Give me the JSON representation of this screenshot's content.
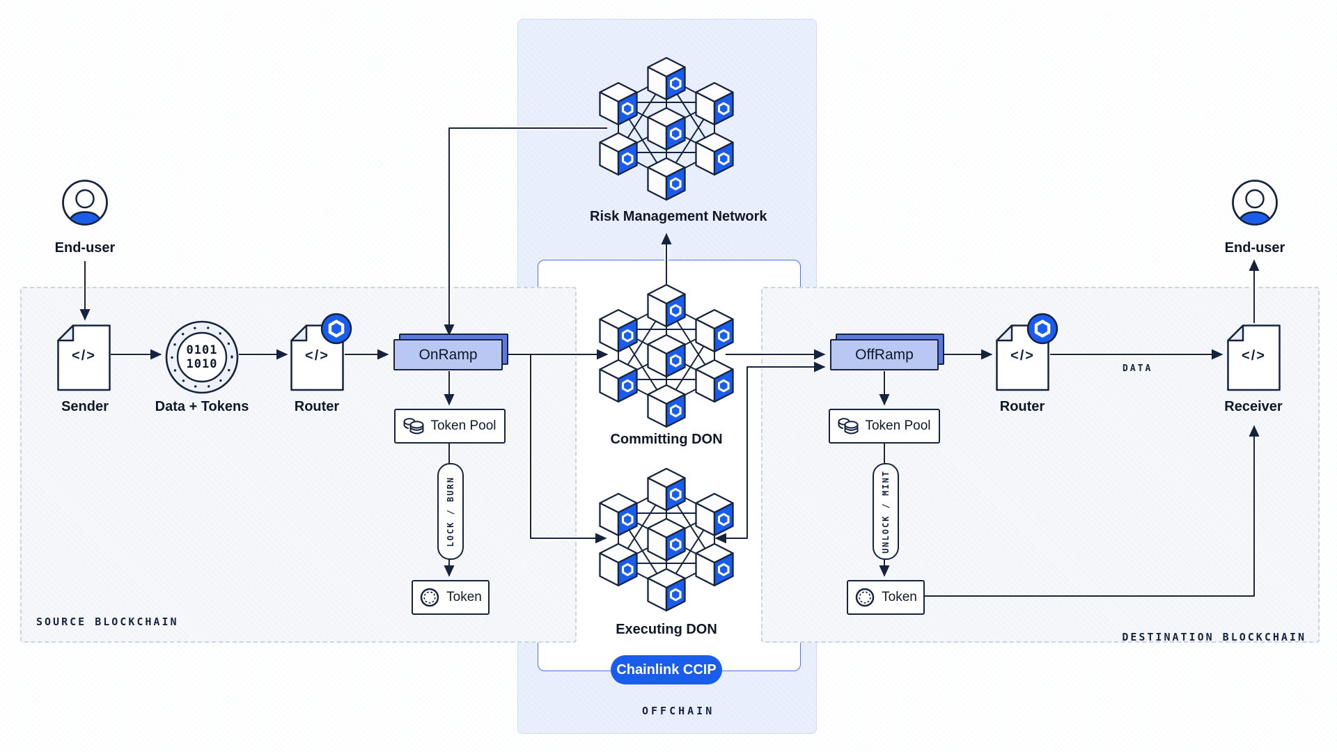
{
  "diagram": {
    "source_panel": {
      "label": "SOURCE BLOCKCHAIN"
    },
    "destination_panel": {
      "label": "DESTINATION BLOCKCHAIN"
    },
    "offchain_panel": {
      "label": "OFFCHAIN",
      "ccip_badge": "Chainlink CCIP"
    },
    "doc_glyph": "</>",
    "nodes": {
      "end_user_left": "End-user",
      "end_user_right": "End-user",
      "sender": "Sender",
      "data_tokens": {
        "label": "Data + Tokens",
        "binary_line1": "0101",
        "binary_line2": "1010"
      },
      "router_left": "Router",
      "router_right": "Router",
      "onramp": "OnRamp",
      "offramp": "OffRamp",
      "token_pool_left": "Token Pool",
      "token_pool_right": "Token Pool",
      "lock_burn": "LOCK / BURN",
      "unlock_mint": "UNLOCK / MINT",
      "token_left": "Token",
      "token_right": "Token",
      "receiver": "Receiver",
      "risk_management_network": "Risk Management Network",
      "committing_don": "Committing DON",
      "executing_don": "Executing DON"
    },
    "edge_labels": {
      "data": "DATA"
    },
    "colors": {
      "brand_blue": "#1A5CEC",
      "ink": "#16233F",
      "ramp_front_fill": "#B9C7F3",
      "ramp_back_fill": "#5B79DF",
      "panel_fill": "#F6F7FA",
      "offchain_fill": "#E9F0FC",
      "inner_border_blue": "#4673EE",
      "dashed_border": "#C8D3E4"
    }
  }
}
